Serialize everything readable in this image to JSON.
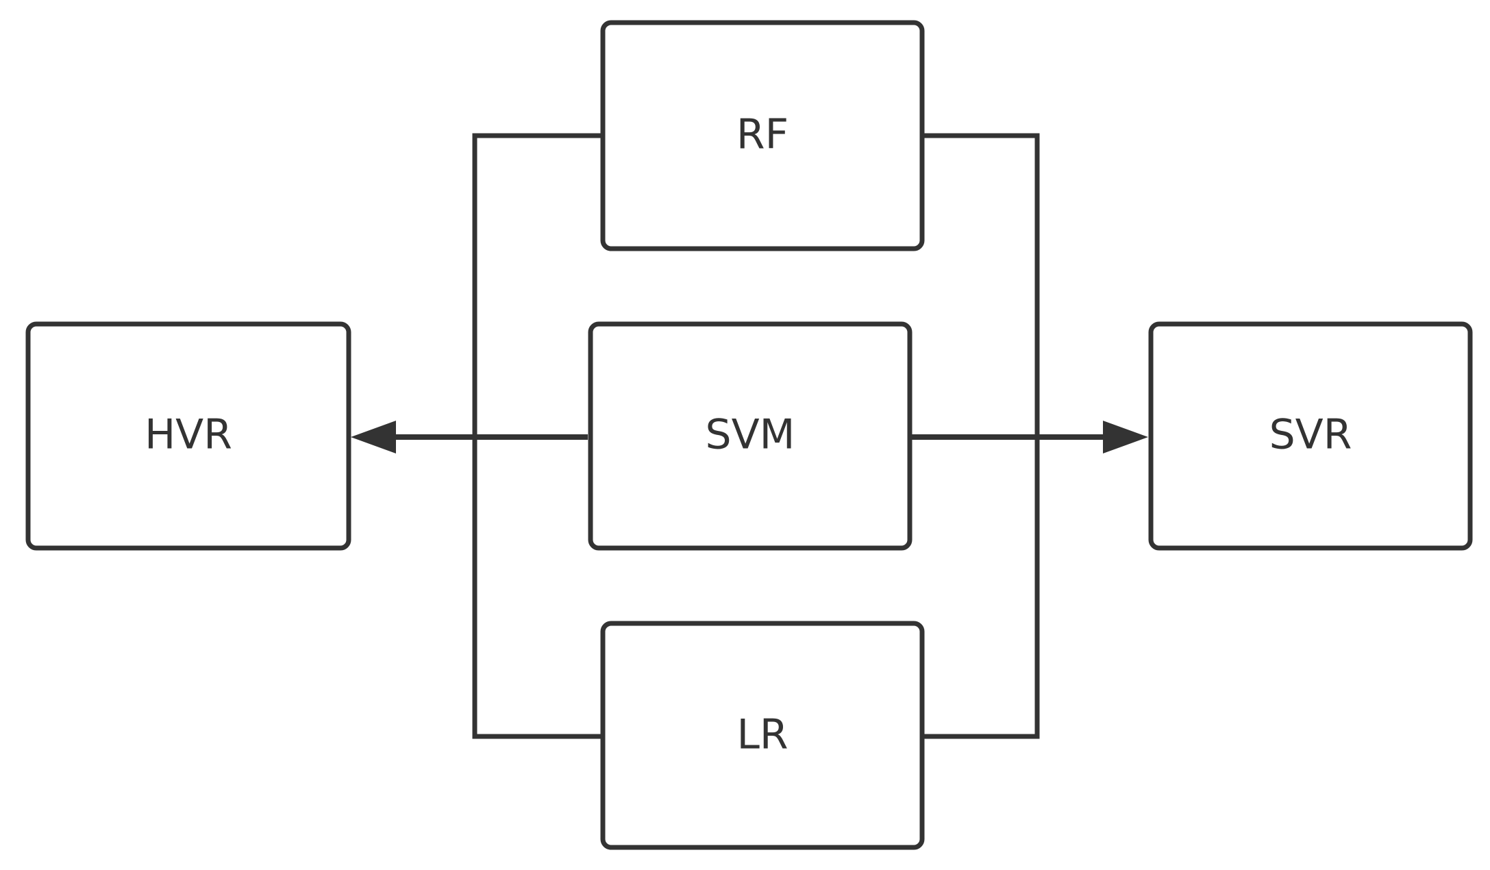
{
  "nodes": {
    "rf": {
      "label": "RF"
    },
    "svm": {
      "label": "SVM"
    },
    "lr": {
      "label": "LR"
    },
    "hvr": {
      "label": "HVR"
    },
    "svr": {
      "label": "SVR"
    }
  },
  "edges": [
    {
      "from": "svm",
      "to": "hvr"
    },
    {
      "from": "svm",
      "to": "svr"
    },
    {
      "from": "rf",
      "to": "hvr",
      "via": "left-bus"
    },
    {
      "from": "lr",
      "to": "hvr",
      "via": "left-bus"
    },
    {
      "from": "rf",
      "to": "svr",
      "via": "right-bus"
    },
    {
      "from": "lr",
      "to": "svr",
      "via": "right-bus"
    }
  ],
  "colors": {
    "stroke": "#333333",
    "background": "#ffffff"
  }
}
